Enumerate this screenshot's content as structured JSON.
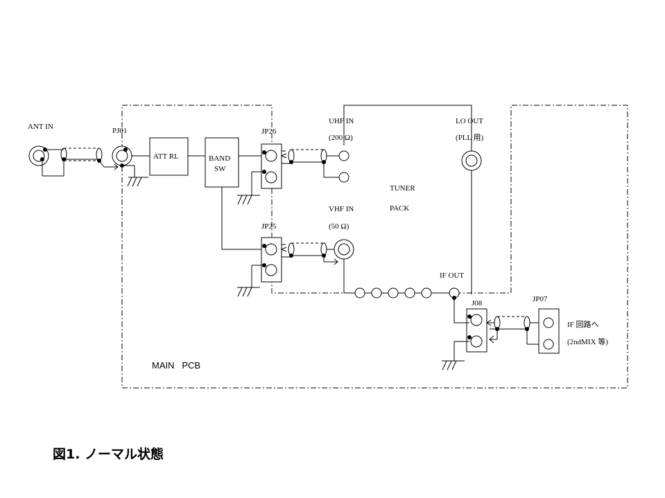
{
  "labels": {
    "ant_in": "ANT IN",
    "pj01": "PJ01",
    "att_rl": "ATT RL",
    "band_line1": "BAND",
    "band_line2": "SW",
    "jp26": "JP26",
    "jp25": "JP25",
    "uhf_in": "UHF IN",
    "uhf_imp": "(200 Ω)",
    "vhf_in": "VHF IN",
    "vhf_imp": "(50 Ω)",
    "lo_out": "LO OUT",
    "lo_pll": "(PLL 用)",
    "tuner": "TUNER",
    "pack": "PACK",
    "if_out": "IF OUT",
    "j08": "J08",
    "jp07": "JP07",
    "if_circuit": "IF 回路へ",
    "second_mix": "(2ndMIX 等)",
    "main_pcb": "MAIN   PCB"
  },
  "caption": "図1. ノーマル状態"
}
